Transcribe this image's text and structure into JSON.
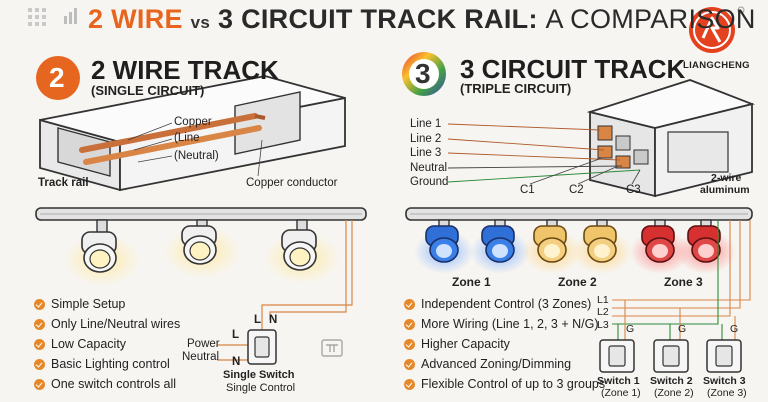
{
  "title": {
    "part1": "2 WIRE",
    "vs": "vs",
    "part2": "3 CIRCUIT TRACK RAIL:",
    "part3": "A COMPARISON"
  },
  "brand": {
    "name": "LIANGCHENG"
  },
  "colors": {
    "accent": "#e6661f",
    "copper": "#d98545",
    "blue": "#2f6fd8",
    "amber": "#f0b84a",
    "red": "#d63030",
    "green": "#2e8b3a"
  },
  "left": {
    "badge": "2",
    "heading": "2 WIRE TRACK",
    "subheading": "(SINGLE CIRCUIT)",
    "rail_labels": {
      "copper": "Copper",
      "line": "(Line",
      "neutral": "(Neutral)",
      "track_rail": "Track rail",
      "conductor": "Copper conductor"
    },
    "features": [
      "Simple Setup",
      "Only Line/Neutral wires",
      "Low Capacity",
      "Basic Lighting control",
      "One switch controls all"
    ],
    "wiring": {
      "power": "Power",
      "neutral": "Neutral",
      "l": "L",
      "n": "N",
      "l2": "L",
      "n2": "N"
    },
    "switch": {
      "title": "Single Switch",
      "caption": "Single Control"
    }
  },
  "right": {
    "badge": "3",
    "heading": "3 CIRCUIT TRACK",
    "subheading": "(TRIPLE CIRCUIT)",
    "rail_labels": {
      "line1": "Line 1",
      "line2": "Line 2",
      "line3": "Line 3",
      "neutral": "Neutral",
      "ground": "Ground",
      "c1": "C1",
      "c2": "C2",
      "c3": "C3",
      "note1": "2-wire",
      "note2": "aluminum"
    },
    "zones": [
      "Zone 1",
      "Zone 2",
      "Zone 3"
    ],
    "features": [
      "Independent Control (3 Zones)",
      "More Wiring (Line 1, 2, 3 + N/G)",
      "Higher Capacity",
      "Advanced Zoning/Dimming",
      "Flexible Control of up to 3 groups"
    ],
    "wiring": {
      "l1": "L1",
      "l2": "L2",
      "l3": "L3",
      "g": "G"
    },
    "switches": [
      {
        "title": "Switch 1",
        "caption": "(Zone 1)"
      },
      {
        "title": "Switch 2",
        "caption": "(Zone 2)"
      },
      {
        "title": "Switch 3",
        "caption": "(Zone 3)"
      }
    ]
  }
}
